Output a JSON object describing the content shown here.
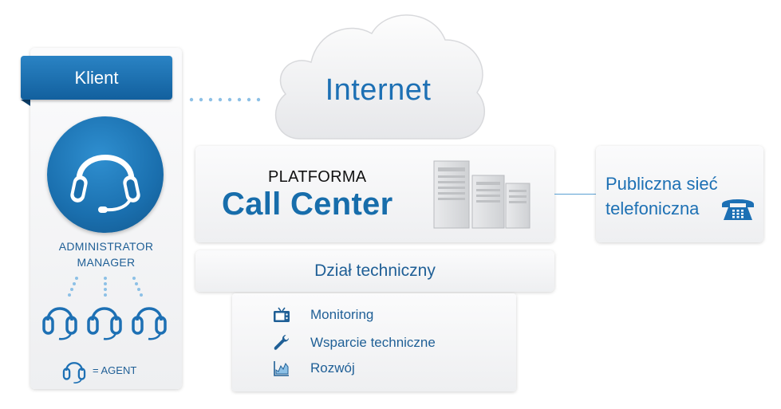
{
  "client": {
    "tab_label": "Klient",
    "roles": [
      "ADMINISTRATOR",
      "MANAGER"
    ],
    "agent_legend": "= AGENT"
  },
  "internet": {
    "label": "Internet"
  },
  "platform": {
    "subtitle": "PLATFORMA",
    "title": "Call Center"
  },
  "public_network": {
    "line1": "Publiczna sieć",
    "line2": "telefoniczna"
  },
  "technical": {
    "title": "Dział techniczny",
    "items": [
      {
        "label": "Monitoring",
        "icon": "tv-icon"
      },
      {
        "label": "Wsparcie techniczne",
        "icon": "wrench-icon"
      },
      {
        "label": "Rozwój",
        "icon": "chart-icon"
      }
    ]
  },
  "colors": {
    "brand_blue": "#1d70b4",
    "dark_blue": "#12609e",
    "label_blue": "#1f5f96",
    "dot_blue": "#8cc0e6"
  }
}
